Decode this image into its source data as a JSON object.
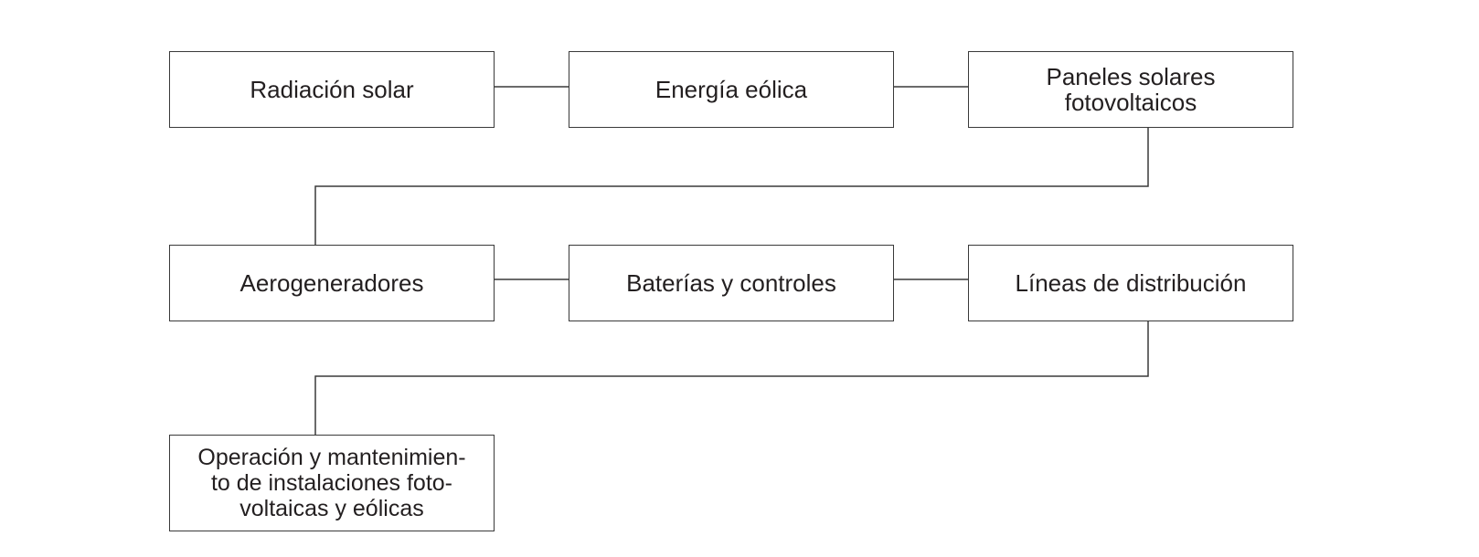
{
  "diagram": {
    "nodes": [
      {
        "id": "radiacion-solar",
        "label": "Radiación solar"
      },
      {
        "id": "energia-eolica",
        "label": "Energía eólica"
      },
      {
        "id": "paneles-solares",
        "label": "Paneles solares\nfotovoltaicos"
      },
      {
        "id": "aerogeneradores",
        "label": "Aerogeneradores"
      },
      {
        "id": "baterias",
        "label": "Baterías y controles"
      },
      {
        "id": "lineas-distribucion",
        "label": "Líneas de distribución"
      },
      {
        "id": "operacion",
        "label": "Operación y mantenimien-\nto de instalaciones foto-\nvoltaicas y eólicas"
      }
    ],
    "edges": [
      {
        "from": "radiacion-solar",
        "to": "energia-eolica"
      },
      {
        "from": "energia-eolica",
        "to": "paneles-solares"
      },
      {
        "from": "paneles-solares",
        "to": "aerogeneradores"
      },
      {
        "from": "aerogeneradores",
        "to": "baterias"
      },
      {
        "from": "baterias",
        "to": "lineas-distribucion"
      },
      {
        "from": "lineas-distribucion",
        "to": "operacion"
      }
    ],
    "line_color": "#3a3a3a",
    "text_color": "#231f20"
  }
}
